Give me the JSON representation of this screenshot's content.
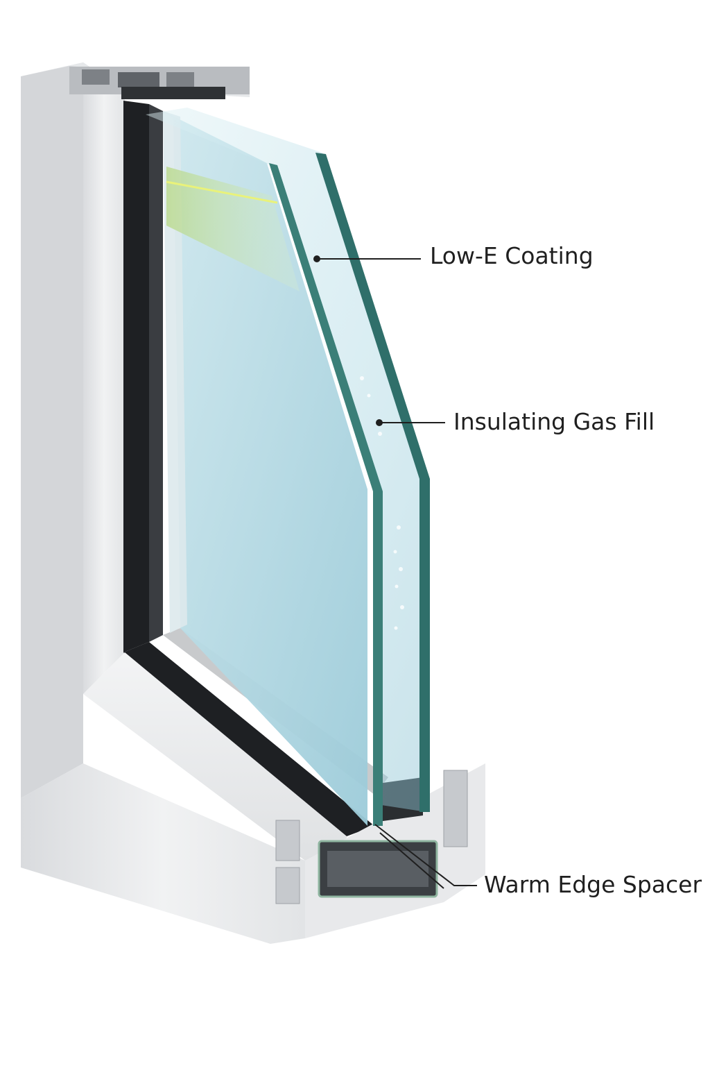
{
  "callouts": {
    "low_e_coating": "Low-E Coating",
    "insulating_gas_fill": "Insulating Gas Fill",
    "warm_edge_spacer": "Warm Edge Spacer"
  },
  "colors": {
    "background": "#ffffff",
    "frame_white": "#e9eaec",
    "frame_shadow": "#c9cbcf",
    "glass_tint": "#a9d8e3",
    "glass_edge": "#2f6f6a",
    "gasket": "#202325",
    "leader_line": "#1f1f1f"
  },
  "icons": [
    "window-frame-cross-section",
    "glass-pane",
    "warm-edge-spacer"
  ]
}
